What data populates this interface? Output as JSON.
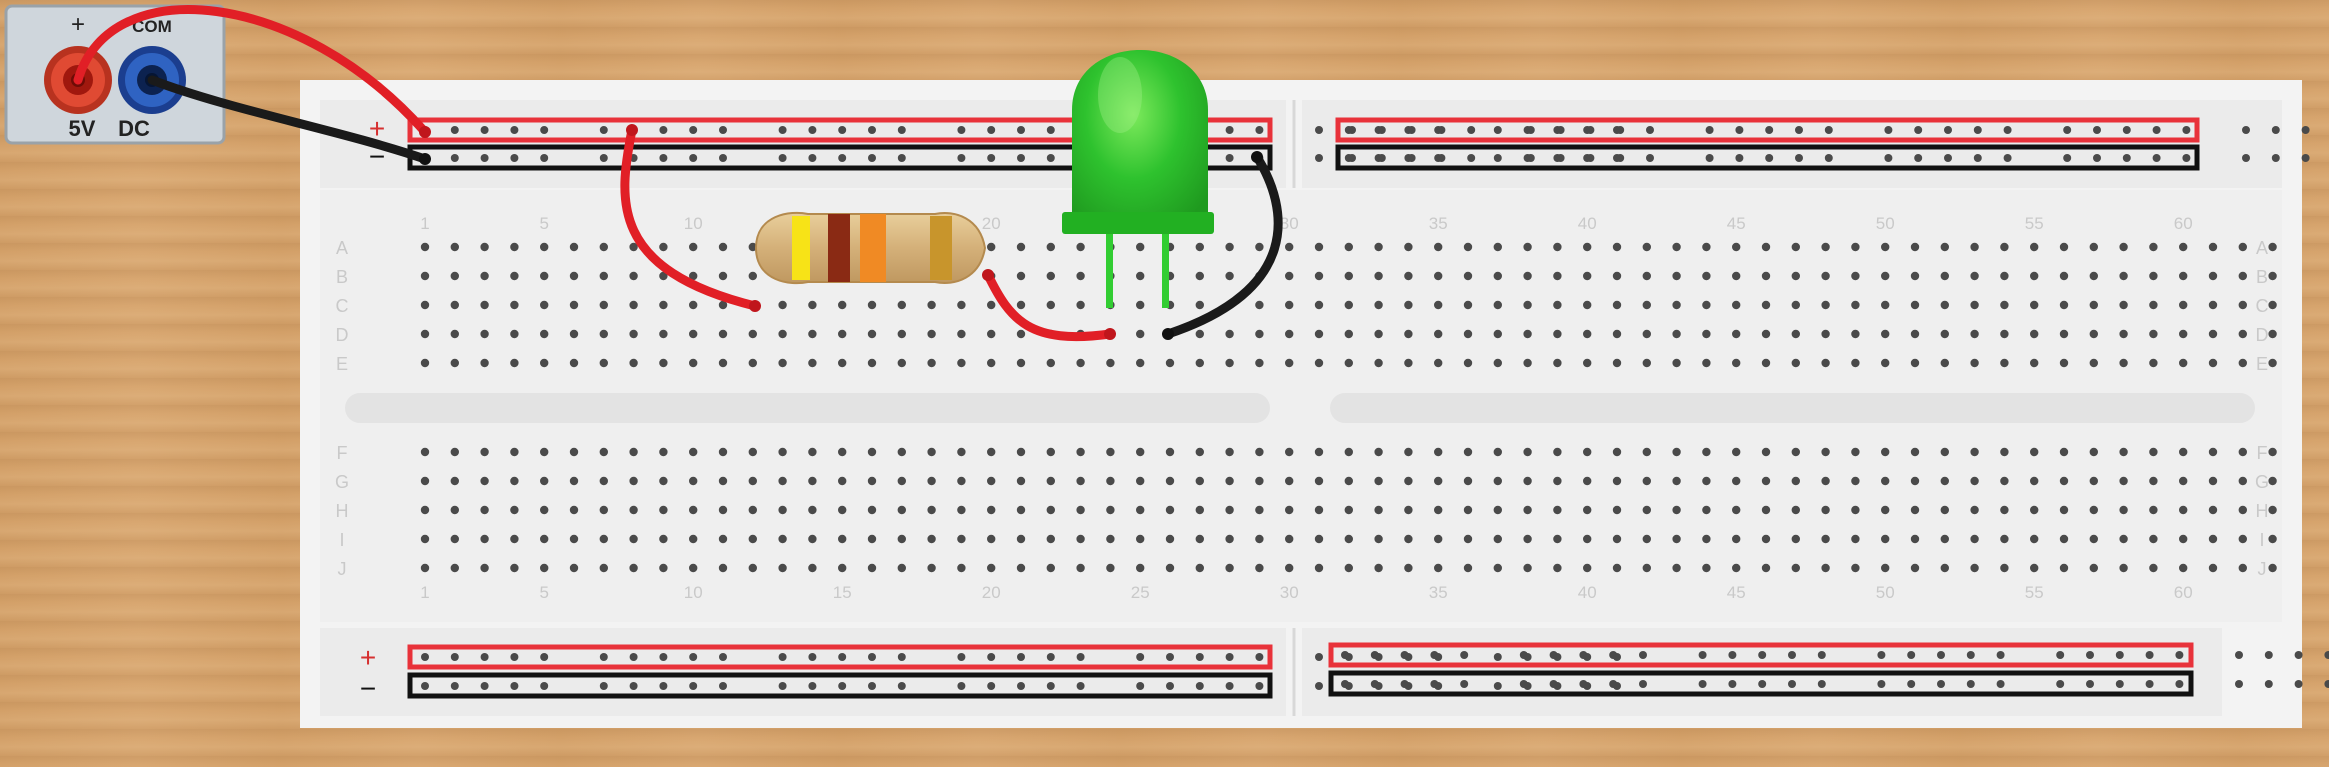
{
  "power_supply": {
    "plus_symbol": "+",
    "com_label": "COM",
    "volt_label": "5V",
    "dc_label": "DC"
  },
  "breadboard": {
    "rail_plus_symbol": "+",
    "rail_minus_symbol": "−",
    "row_letters": [
      "A",
      "B",
      "C",
      "D",
      "E",
      "F",
      "G",
      "H",
      "I",
      "J"
    ],
    "column_numbers": [
      "1",
      "5",
      "10",
      "15",
      "20",
      "25",
      "30",
      "35",
      "40",
      "45",
      "50",
      "55",
      "60"
    ]
  },
  "components": {
    "resistor": {
      "bands": [
        "#f7e317",
        "#8a2a14",
        "#f08a24",
        "#c8952c"
      ]
    },
    "led": {
      "color": "#2ec22e"
    }
  },
  "colors": {
    "wire_red": "#e11f26",
    "wire_black": "#1a1a1a",
    "rail_red": "#e8323a",
    "rail_black": "#111111"
  }
}
